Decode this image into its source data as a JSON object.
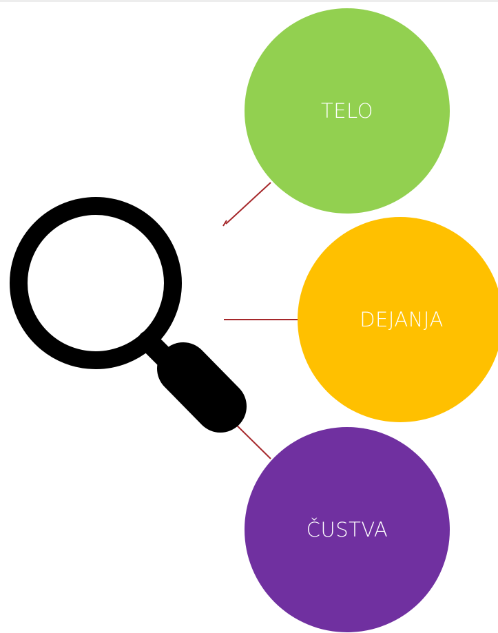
{
  "diagram": {
    "nodes": [
      {
        "id": "telo",
        "label": "TELO",
        "color": "#92d050"
      },
      {
        "id": "dejanja",
        "label": "DEJANJA",
        "color": "#ffc000"
      },
      {
        "id": "custva",
        "label": "ČUSTVA",
        "color": "#7030a0"
      }
    ],
    "connector_color": "#a5272a",
    "icon": "magnifying-glass-icon"
  }
}
